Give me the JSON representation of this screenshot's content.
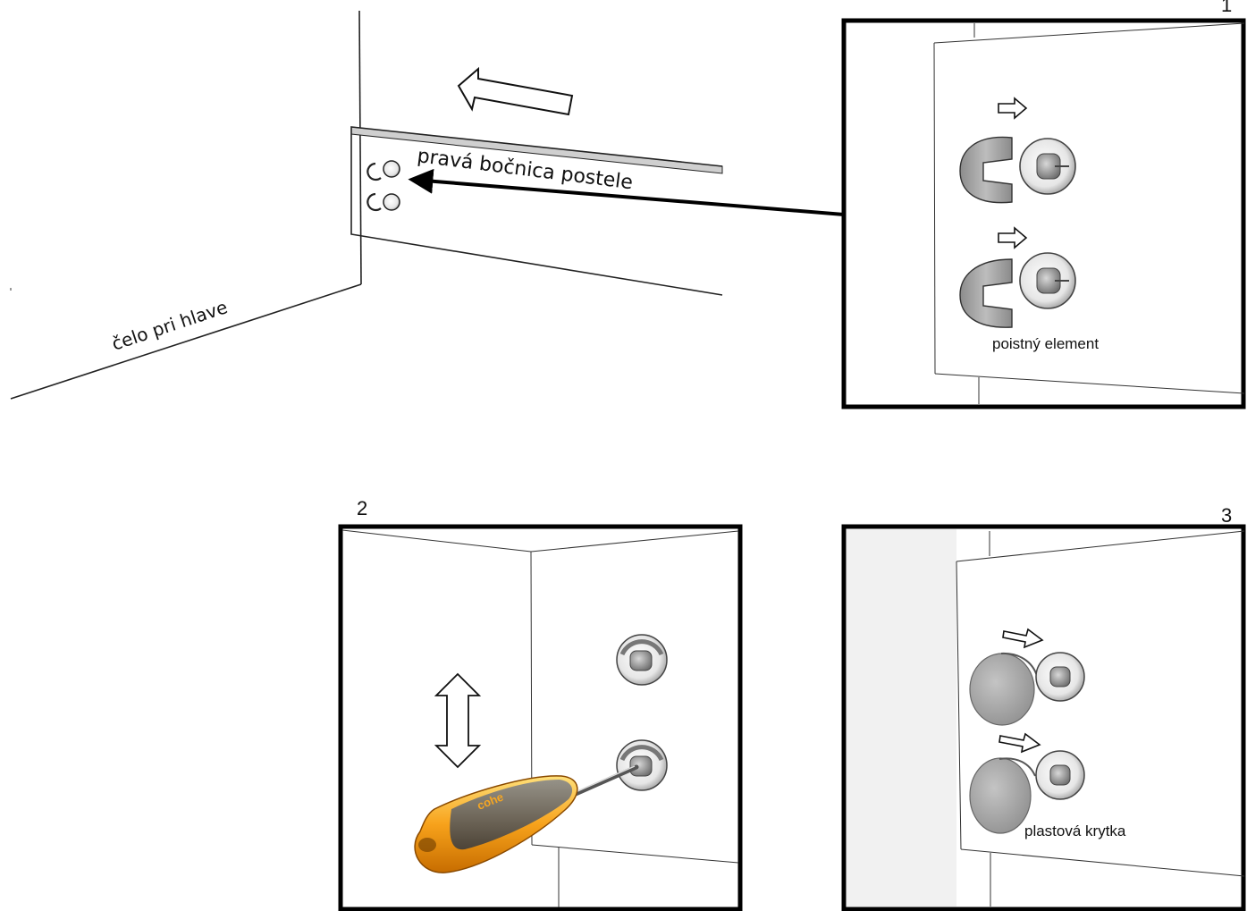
{
  "main_scene": {
    "side_rail_label": "pravá bočnica postele",
    "headboard_label": "čelo pri hlave"
  },
  "panel_1": {
    "number": "1",
    "caption": "poistný element"
  },
  "panel_2": {
    "number": "2",
    "screwdriver_brand": "cohe"
  },
  "panel_3": {
    "number": "3",
    "caption": "plastová krytka"
  },
  "colors": {
    "line": "#111111",
    "frame": "#000000",
    "part_gray": "#9a9a9a",
    "handle_orange": "#f5a623",
    "handle_gray": "#555555"
  }
}
